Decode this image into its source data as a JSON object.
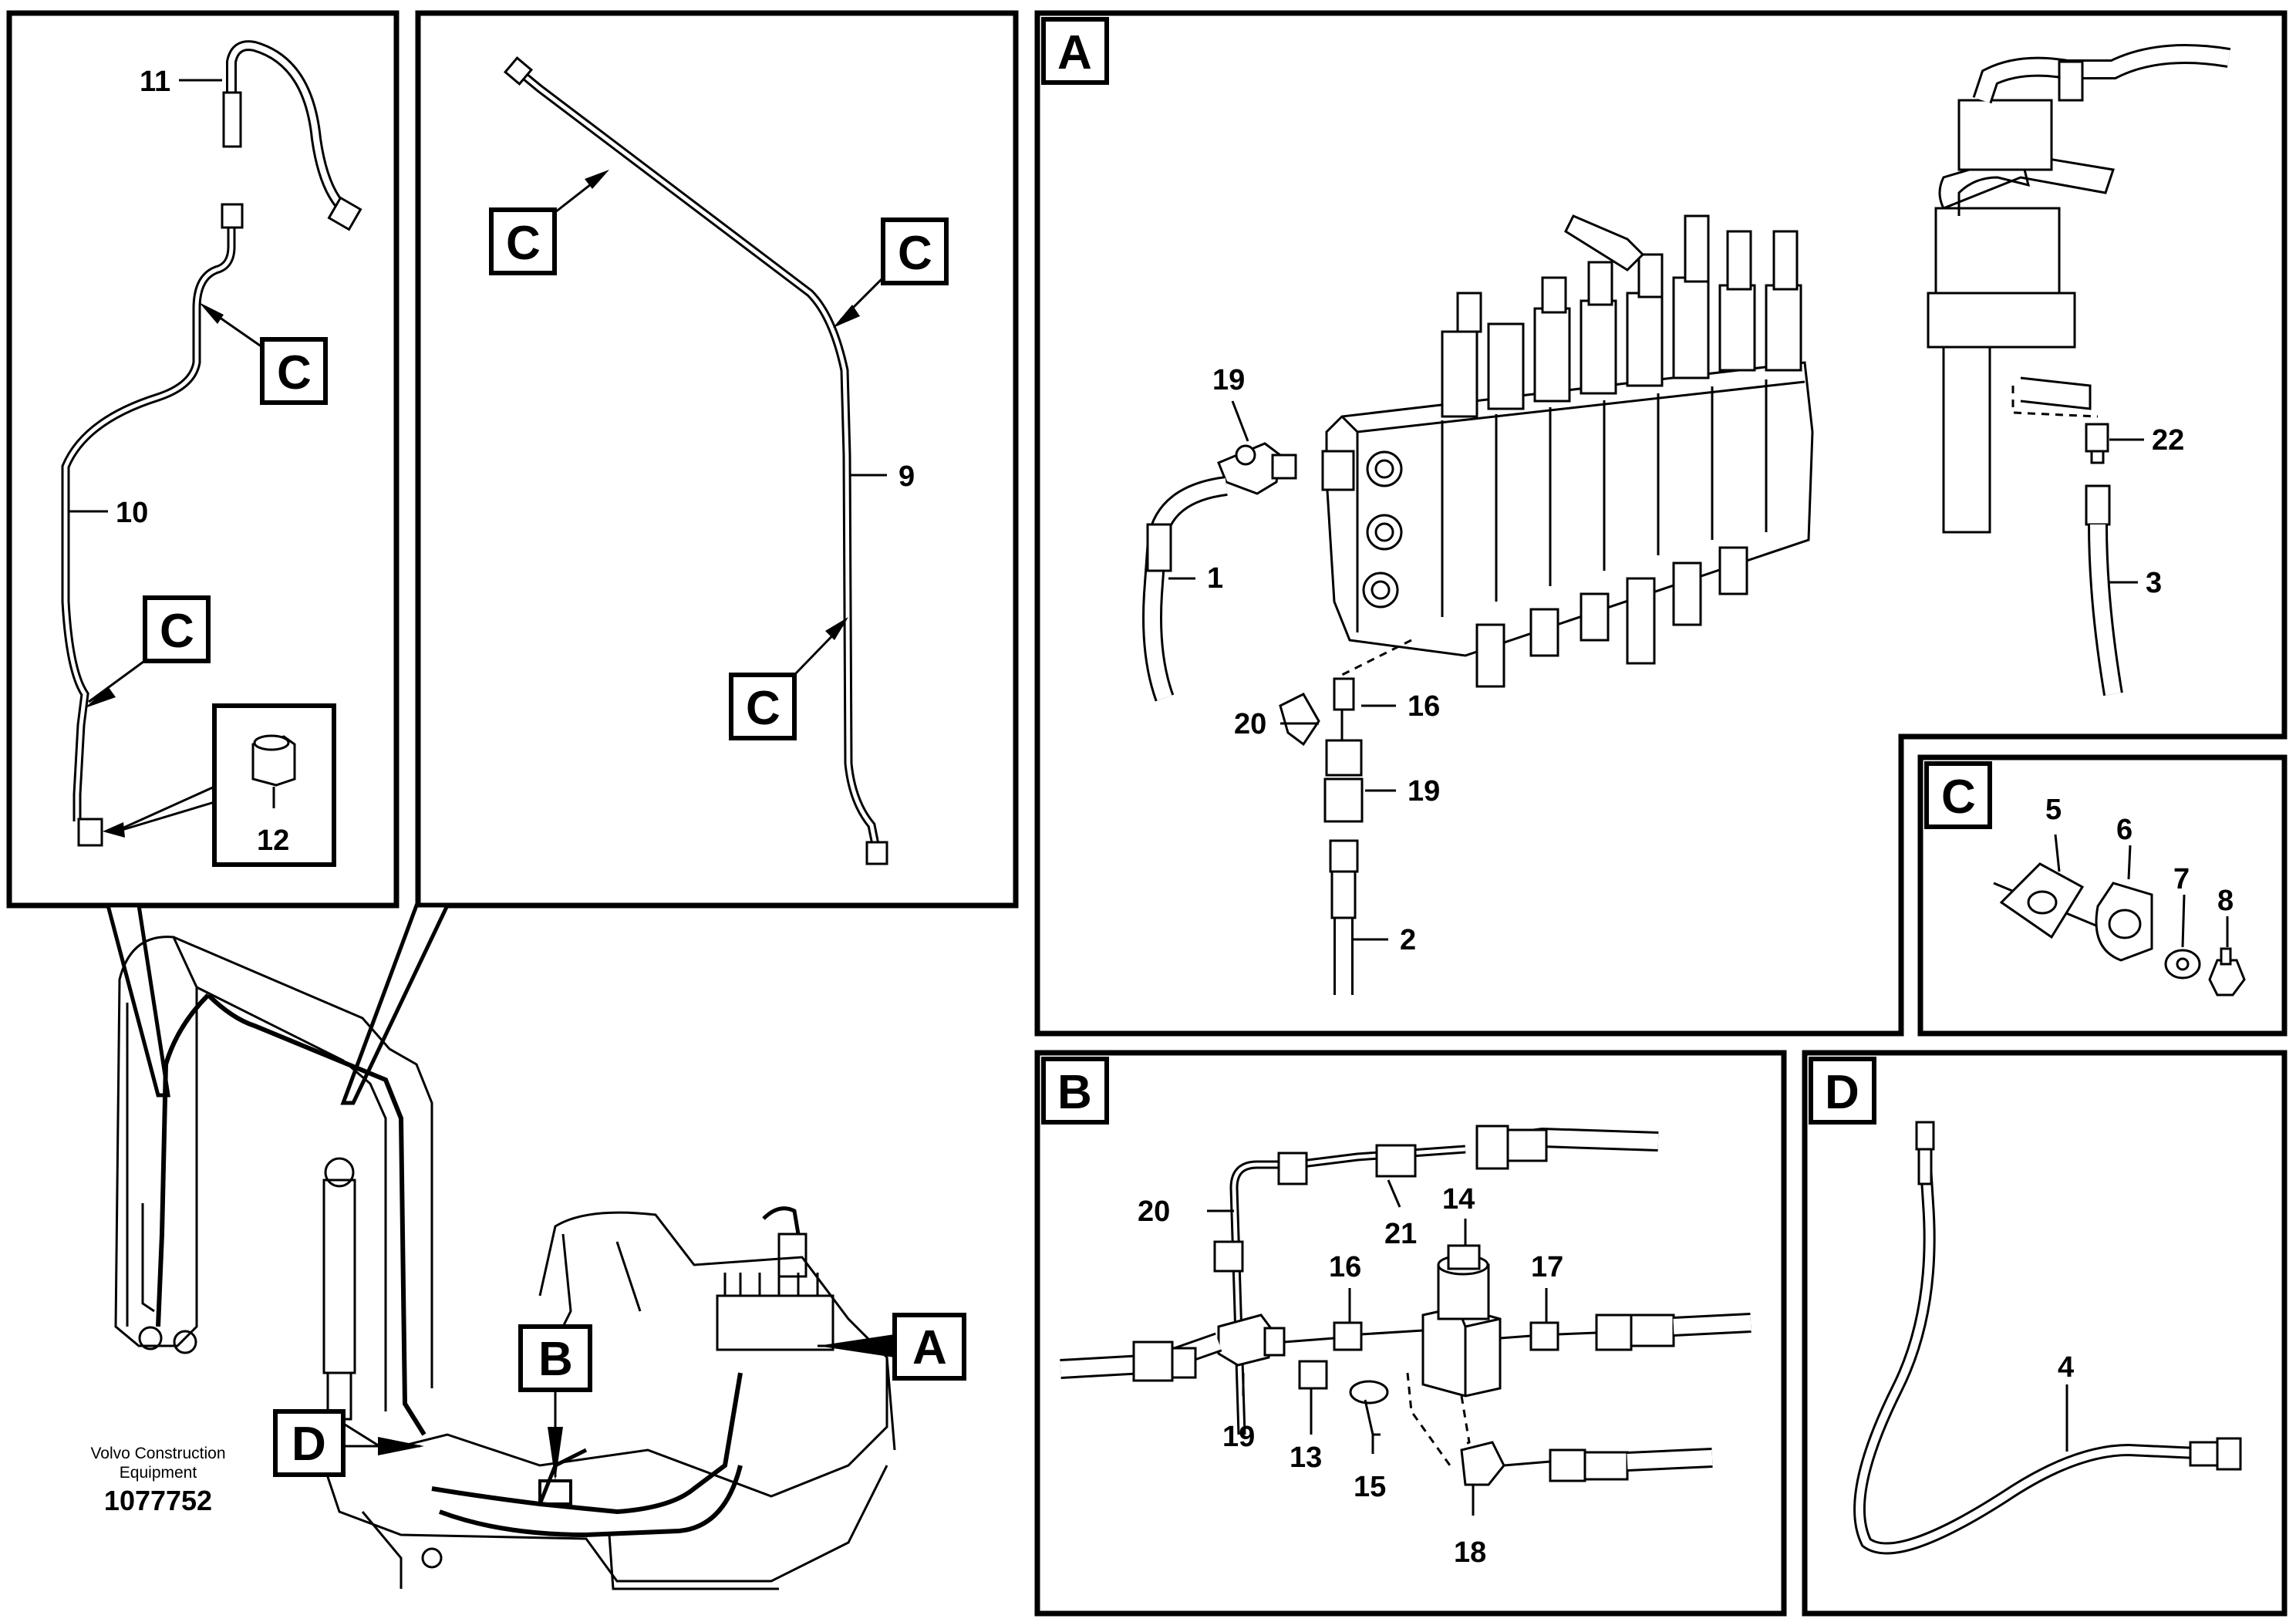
{
  "footer": {
    "company": "Volvo Construction Equipment",
    "drawing_number": "1077752"
  },
  "detail_labels": {
    "a": "A",
    "b": "B",
    "c": "C",
    "d": "D"
  },
  "part_numbers": {
    "p1": "1",
    "p2": "2",
    "p3": "3",
    "p4": "4",
    "p5": "5",
    "p6": "6",
    "p7": "7",
    "p8": "8",
    "p9": "9",
    "p10": "10",
    "p11": "11",
    "p12": "12",
    "p13": "13",
    "p14": "14",
    "p15": "15",
    "p16": "16",
    "p17": "17",
    "p18": "18",
    "p19": "19",
    "p20": "20",
    "p21": "21",
    "p22": "22"
  }
}
